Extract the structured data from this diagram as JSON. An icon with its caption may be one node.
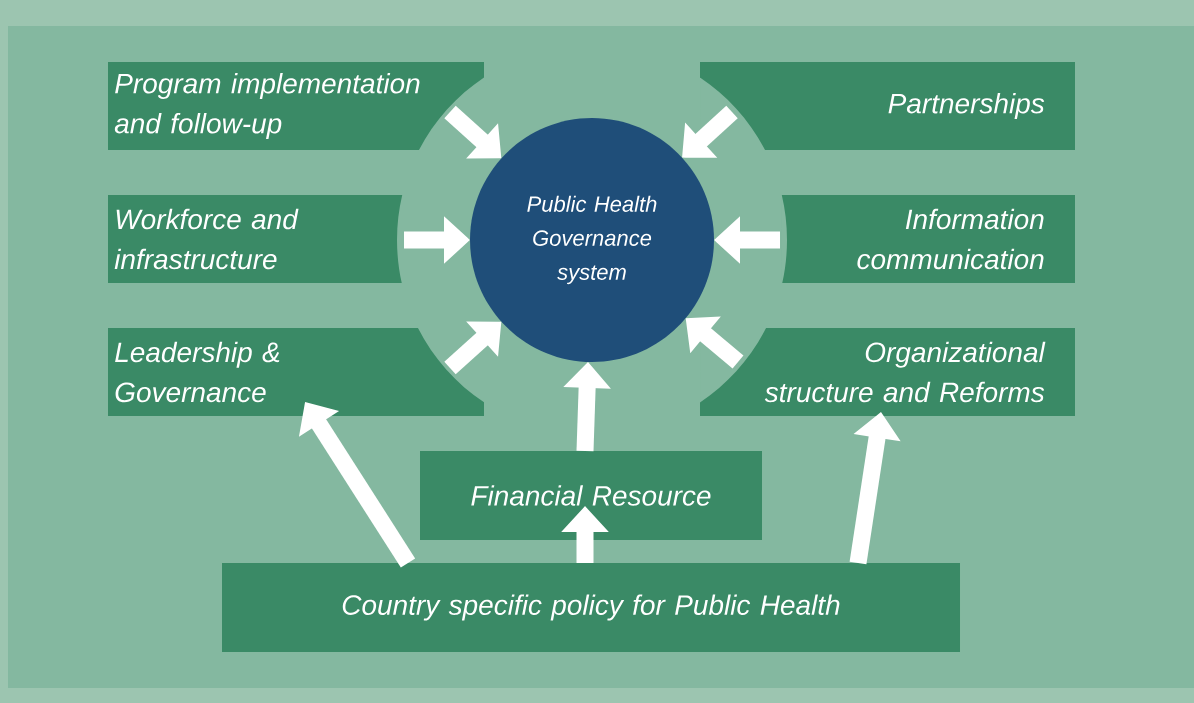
{
  "diagram": {
    "nodes": [
      {
        "text": [
          "Public Health Governance system"
        ]
      },
      {
        "text": [
          "Program implementation and follow-up"
        ]
      },
      {
        "text": [
          "Partnerships"
        ]
      },
      {
        "text": [
          "Workforce and infrastructure"
        ]
      },
      {
        "text": [
          "Information communication"
        ]
      },
      {
        "text": [
          "Leadership & Governance"
        ]
      },
      {
        "text": [
          "Organizational structure and Reforms"
        ]
      },
      {
        "text": [
          "Financial  Resource"
        ]
      },
      {
        "text": [
          "Country specific policy for Public Health"
        ]
      }
    ],
    "edges": [
      {
        "from": 1,
        "to": 0,
        "arrow": "to"
      },
      {
        "from": 2,
        "to": 0,
        "arrow": "to"
      },
      {
        "from": 3,
        "to": 0,
        "arrow": "to"
      },
      {
        "from": 4,
        "to": 0,
        "arrow": "to"
      },
      {
        "from": 5,
        "to": 0,
        "arrow": "to"
      },
      {
        "from": 6,
        "to": 0,
        "arrow": "to"
      },
      {
        "from": 7,
        "to": 0,
        "arrow": "to"
      },
      {
        "from": 8,
        "to": 5,
        "arrow": "to"
      },
      {
        "from": 8,
        "to": 7,
        "arrow": "to"
      },
      {
        "from": 8,
        "to": 6,
        "arrow": "to"
      }
    ]
  }
}
